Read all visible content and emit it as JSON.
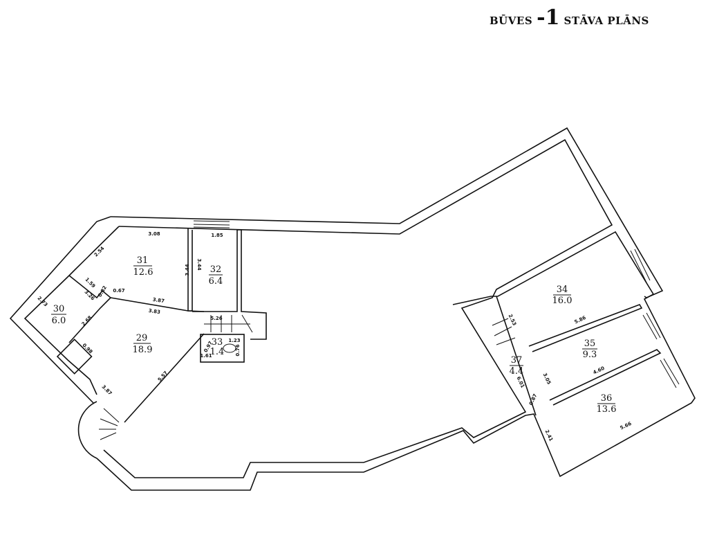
{
  "title": {
    "prefix": "BŪVES",
    "floor": "-1",
    "suffix": "STĀVA PLĀNS"
  },
  "rooms": [
    {
      "id": "29",
      "area": "18.9"
    },
    {
      "id": "30",
      "area": "6.0"
    },
    {
      "id": "31",
      "area": "12.6"
    },
    {
      "id": "32",
      "area": "6.4"
    },
    {
      "id": "33",
      "area": "1.4"
    },
    {
      "id": "34",
      "area": "16.0"
    },
    {
      "id": "35",
      "area": "9.3"
    },
    {
      "id": "36",
      "area": "13.6"
    },
    {
      "id": "37",
      "area": "4.4"
    }
  ],
  "dimensions": [
    "3.08",
    "1.85",
    "2.54",
    "3.44",
    "3.44",
    "1.59",
    "0.82",
    "0.67",
    "3.26",
    "3.87",
    "3.83",
    "2.73",
    "2.68",
    "0.98",
    "5.57",
    "3.87",
    "5.26",
    "1.23",
    "0.76",
    "1.61",
    "0.97",
    "2.53",
    "5.86",
    "4.60",
    "3.05",
    "0.87",
    "6.01",
    "5.66",
    "2.41"
  ]
}
